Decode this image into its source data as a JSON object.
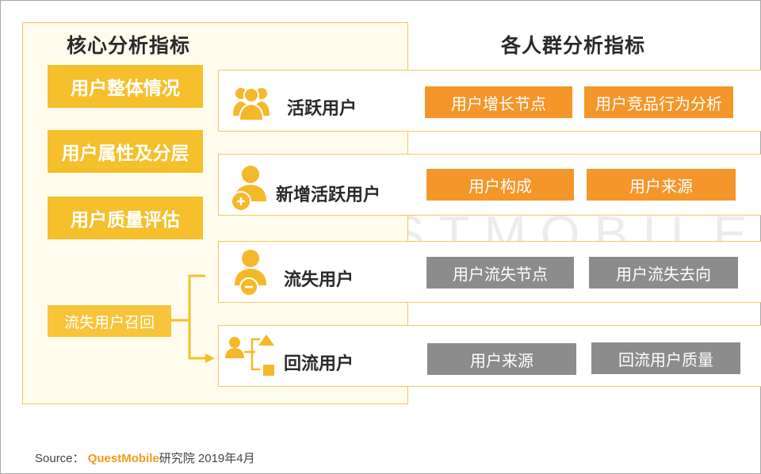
{
  "core": {
    "title": "核心分析指标",
    "items": [
      "用户整体情况",
      "用户属性及分层",
      "用户质量评估"
    ],
    "recall": "流失用户召回"
  },
  "groups": {
    "title": "各人群分析指标",
    "rows": [
      {
        "label": "活跃用户",
        "icon": "users-group-icon",
        "tags": [
          "用户增长节点",
          "用户竞品行为分析"
        ],
        "tag_color": "orange"
      },
      {
        "label": "新增活跃用户",
        "icon": "user-plus-icon",
        "tags": [
          "用户构成",
          "用户来源"
        ],
        "tag_color": "orange"
      },
      {
        "label": "流失用户",
        "icon": "user-minus-icon",
        "tags": [
          "用户流失节点",
          "用户流失去向"
        ],
        "tag_color": "gray"
      },
      {
        "label": "回流用户",
        "icon": "user-flow-icon",
        "tags": [
          "用户来源",
          "回流用户质量"
        ],
        "tag_color": "gray"
      }
    ]
  },
  "watermark": "QUESTMOBILE",
  "source": {
    "prefix": "Source：",
    "brand": "QuestMobile",
    "suffix": "研究院 2019年4月"
  },
  "colors": {
    "yellow": "#f5c02c",
    "orange": "#f4962a",
    "gray": "#8c8c8c",
    "icon": "#f5b82a"
  }
}
